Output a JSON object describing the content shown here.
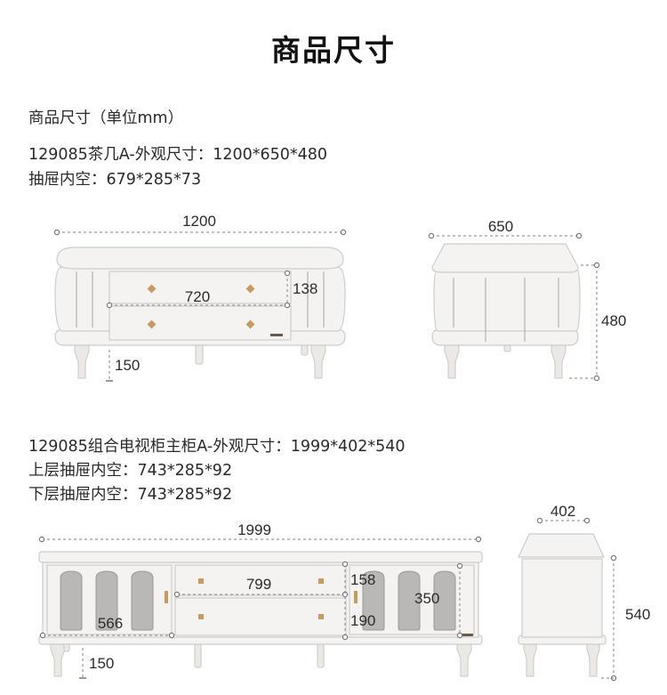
{
  "page_title": "商品尺寸",
  "unit_note": "商品尺寸（单位mm）",
  "coffee_table": {
    "spec": "129085茶几A-外观尺寸：1200*650*480",
    "drawer": "抽屉内空：679*285*73",
    "dims": {
      "width": "1200",
      "depth": "650",
      "height": "480",
      "drawer_width": "720",
      "drawer_height": "138",
      "leg_height": "150"
    }
  },
  "tv_cabinet": {
    "spec": "129085组合电视柜主柜A-外观尺寸：1999*402*540",
    "upper_drawer": "上层抽屉内空：743*285*92",
    "lower_drawer": "下层抽屉内空：743*285*92",
    "dims": {
      "width": "1999",
      "depth": "402",
      "height": "540",
      "drawer_width": "799",
      "upper_drawer_height": "158",
      "lower_drawer_height": "190",
      "door_width": "566",
      "door_height": "350",
      "leg_height": "150"
    }
  }
}
